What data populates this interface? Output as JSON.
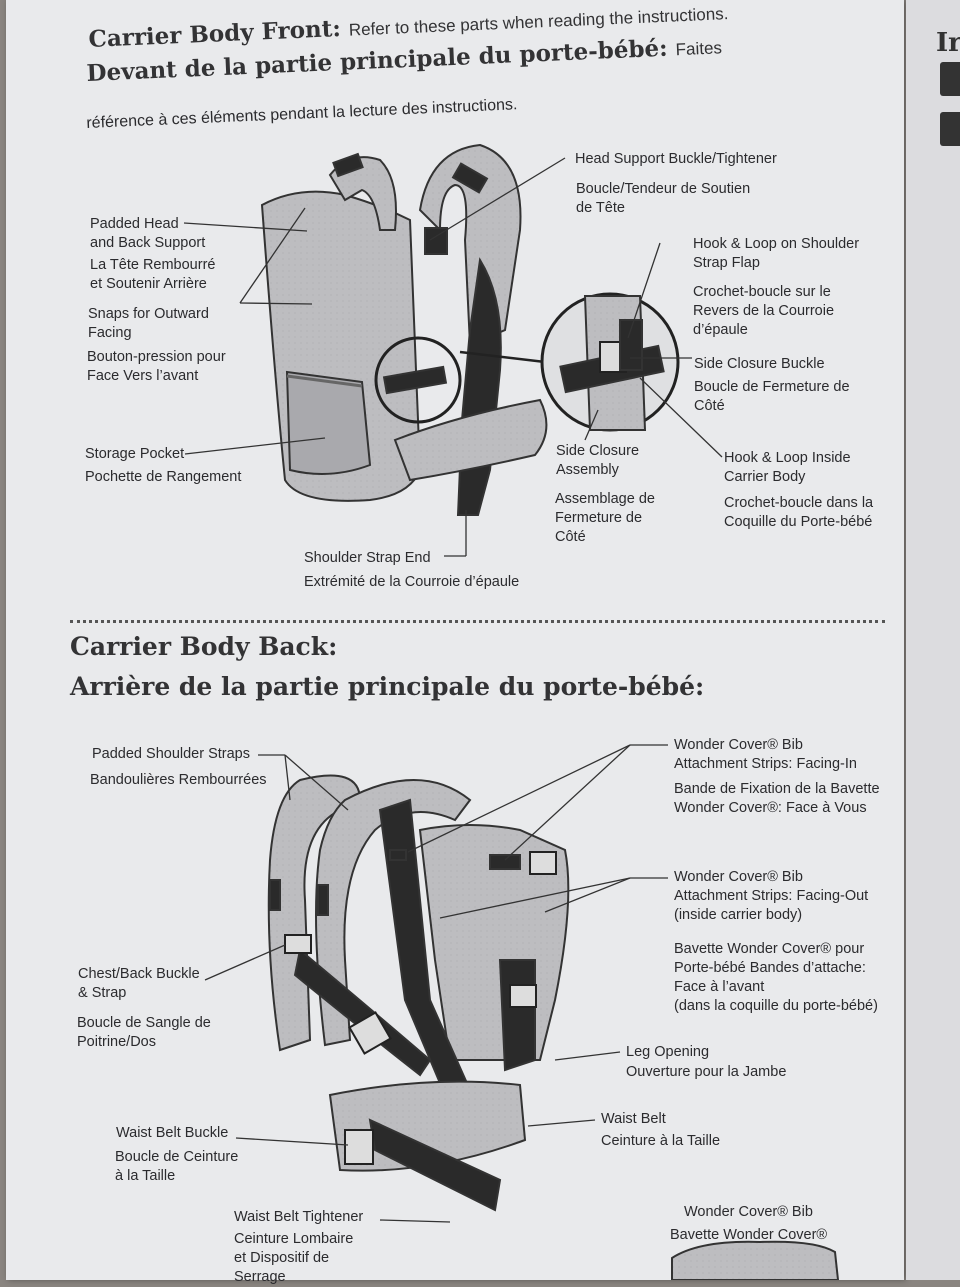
{
  "front": {
    "title": "Carrier Body Front:",
    "title_note": "Refer to these parts when reading the instructions.",
    "title_fr": "Devant de la partie principale du porte-bébé:",
    "title_fr_note_1": "Faites",
    "title_fr_note_2": "référence à ces éléments pendant la lecture des instructions.",
    "labels": {
      "padded_head": "Padded Head\nand Back Support",
      "padded_head_fr": "La Tête Rembourré\net Soutenir Arrière",
      "snaps": "Snaps for Outward\nFacing",
      "snaps_fr": "Bouton-pression pour\nFace Vers l’avant",
      "storage": "Storage Pocket",
      "storage_fr": "Pochette de Rangement",
      "shoulder_end": "Shoulder Strap End",
      "shoulder_end_fr": "Extrémité de la Courroie d’épaule",
      "head_buckle": "Head Support Buckle/Tightener",
      "head_buckle_fr": "Boucle/Tendeur de Soutien\nde Tête",
      "hook_flap": "Hook & Loop on Shoulder\nStrap Flap",
      "hook_flap_fr": "Crochet-boucle sur le\nRevers de la Courroie\nd’épaule",
      "side_buckle": "Side Closure Buckle",
      "side_buckle_fr": "Boucle de Fermeture de\nCôté",
      "side_assembly": "Side Closure\nAssembly",
      "side_assembly_fr": "Assemblage de\nFermeture de\nCôté",
      "hook_inside": "Hook & Loop Inside\nCarrier Body",
      "hook_inside_fr": "Crochet-boucle dans la\nCoquille du Porte-bébé"
    }
  },
  "back": {
    "title": "Carrier Body Back:",
    "title_fr": "Arrière de la partie principale du porte-bébé:",
    "labels": {
      "shoulder_straps": "Padded Shoulder Straps",
      "shoulder_straps_fr": "Bandoulières Rembourrées",
      "chest_buckle": "Chest/Back Buckle\n& Strap",
      "chest_buckle_fr": "Boucle de Sangle de\nPoitrine/Dos",
      "waist_buckle": "Waist Belt Buckle",
      "waist_buckle_fr": "Boucle de Ceinture\nà la Taille",
      "waist_tightener": "Waist Belt Tightener",
      "waist_tightener_fr": "Ceinture Lombaire\net Dispositif de\nSerrage",
      "bib_in": "Wonder Cover® Bib\nAttachment Strips: Facing-In",
      "bib_in_fr": "Bande de Fixation de la Bavette\nWonder Cover®: Face à Vous",
      "bib_out": "Wonder Cover® Bib\nAttachment Strips: Facing-Out\n(inside carrier body)",
      "bib_out_fr": "Bavette Wonder Cover® pour\nPorte-bébé Bandes d’attache:\nFace à l’avant\n(dans la coquille du porte-bébé)",
      "leg_opening": "Leg Opening",
      "leg_opening_fr": "Ouverture pour la Jambe",
      "waist_belt": "Waist Belt",
      "waist_belt_fr": "Ceinture à la Taille",
      "bib": "Wonder Cover® Bib",
      "bib_fr": "Bavette Wonder Cover®"
    }
  },
  "next_page": {
    "title_fragment": "Ir"
  },
  "colors": {
    "paper": "#e9eaec",
    "ink": "#2b2b2e",
    "fabric": "#b9b9bc",
    "strap": "#2a2a2a"
  }
}
